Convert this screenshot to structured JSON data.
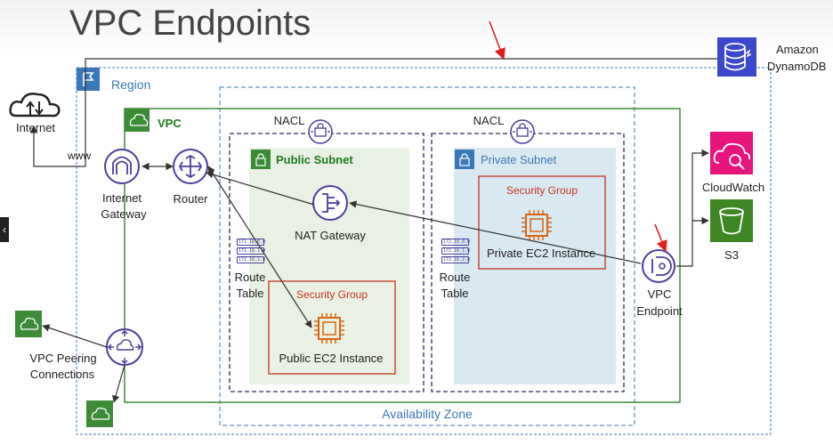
{
  "title": "VPC Endpoints",
  "labels": {
    "region": "Region",
    "vpc": "VPC",
    "internet": "Internet",
    "www": "www",
    "internet_gateway_line1": "Internet",
    "internet_gateway_line2": "Gateway",
    "router": "Router",
    "nacl_public": "NACL",
    "nacl_private": "NACL",
    "public_subnet": "Public Subnet",
    "private_subnet": "Private Subnet",
    "nat_gateway": "NAT Gateway",
    "route_table_public_line1": "Route",
    "route_table_public_line2": "Table",
    "route_table_private_line1": "Route",
    "route_table_private_line2": "Table",
    "security_group_public": "Security Group",
    "security_group_private": "Security Group",
    "public_ec2": "Public EC2 Instance",
    "private_ec2": "Private EC2 Instance",
    "vpc_endpoint_line1": "VPC",
    "vpc_endpoint_line2": "Endpoint",
    "dynamodb_line1": "Amazon",
    "dynamodb_line2": "DynamoDB",
    "cloudwatch": "CloudWatch",
    "s3": "S3",
    "vpc_peering_line1": "VPC Peering",
    "vpc_peering_line2": "Connections",
    "availability_zone": "Availability Zone"
  },
  "route_table_entries": [
    "172.16.0.0",
    "172.16.1.0",
    "172.16.2.0"
  ],
  "left_tab": "‹",
  "colors": {
    "region": "#3b78b7",
    "vpc": "#3d8b37",
    "public_subnet_bg": "#e8f1e3",
    "private_subnet_bg": "#d9e9f2",
    "security_group": "#c8311f",
    "network_icon": "#4b3e9e",
    "ec2": "#d86613",
    "dynamodb": "#3b48cc",
    "cloudwatch": "#e7157b",
    "s3": "#3f8624",
    "annotation_arrow": "#e02020"
  }
}
